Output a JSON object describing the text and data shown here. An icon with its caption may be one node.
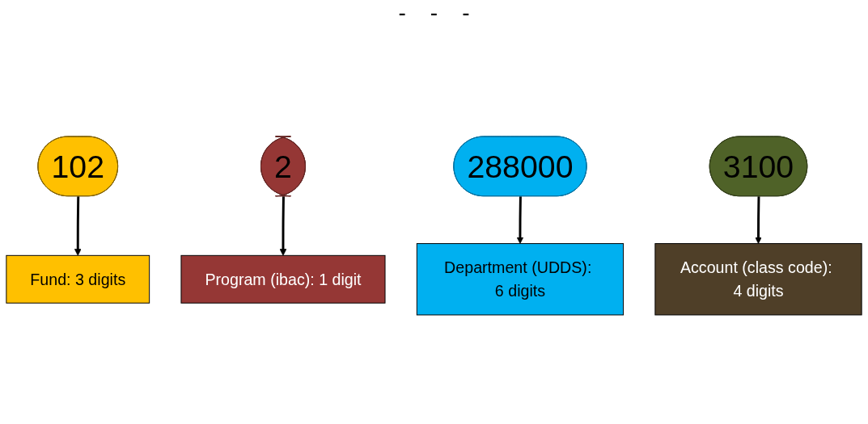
{
  "diagram": {
    "nodes": [
      {
        "text": [
          "102"
        ]
      },
      {
        "text": [
          "2"
        ]
      },
      {
        "text": [
          "288000"
        ]
      },
      {
        "text": [
          "3100"
        ]
      },
      {
        "text": [
          "Fund:  3 digits"
        ]
      },
      {
        "text": [
          "Program (ibac):  1 digit"
        ]
      },
      {
        "text": [
          "Department (UDDS): 6 digits"
        ]
      },
      {
        "text": [
          "Account (class code): 4 digits"
        ]
      }
    ],
    "edges": [
      {
        "from": 0,
        "to": 4,
        "arrow": "to"
      },
      {
        "from": 1,
        "to": 5,
        "arrow": "to"
      },
      {
        "from": 2,
        "to": 6,
        "arrow": "to"
      },
      {
        "from": 3,
        "to": 7,
        "arrow": "to"
      }
    ],
    "labels": [
      "-",
      "-",
      "-"
    ]
  }
}
